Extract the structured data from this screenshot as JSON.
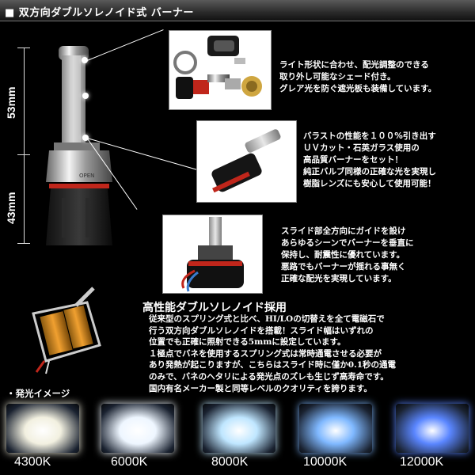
{
  "header": {
    "title": "■ 双方向ダブルソレノイド式 バーナー"
  },
  "dimensions": {
    "upper": "53mm",
    "lower": "43mm"
  },
  "bulb": {
    "brand_text": "OPEN"
  },
  "captions": {
    "c1": [
      "ライト形状に合わせ、配光調整のできる",
      "取り外し可能なシェード付き。",
      "グレア光を防ぐ遮光板も装備しています。"
    ],
    "c2": [
      "バラストの性能を１００%引き出す",
      "ＵＶカット・石英ガラス使用の",
      "高品質バーナーをセット！",
      "純正バルブ同様の正確な光を実現し",
      "樹脂レンズにも安心して使用可能！"
    ],
    "c3": [
      "スライド部全方向にガイドを設け",
      "あらゆるシーンでバーナーを垂直に",
      "保持し、耐震性に優れています。",
      "悪路でもバーナーが揺れる事無く",
      "正確な配光を実現しています。"
    ]
  },
  "feature": {
    "title": "高性能ダブルソレノイド採用",
    "lines": [
      "従来型のスプリング式と比べ、HI/LOの切替えを全て電磁石で",
      "行う双方向ダブルソレノイドを搭載！スライド幅はいずれの",
      "位置でも正確に照射できる5mmに設定しています。",
      "１極点でバネを使用するスプリング式は常時通電させる必要が",
      "あり発熱が起こりますが、こちらはスライド時に僅か0.1秒の通電",
      "のみで、バネのヘタリによる発光点のズレも生じず高寿命です。",
      "国内有名メーカー製と同等レベルのクオリティを誇ります。"
    ]
  },
  "glow": {
    "title": "・発光イメージ",
    "items": [
      {
        "label": "4300K",
        "color": "#f2f0e0"
      },
      {
        "label": "6000K",
        "color": "#eef6ff"
      },
      {
        "label": "8000K",
        "color": "#bfe6ff"
      },
      {
        "label": "10000K",
        "color": "#7fb8ff"
      },
      {
        "label": "12000K",
        "color": "#5a86ff"
      }
    ]
  }
}
